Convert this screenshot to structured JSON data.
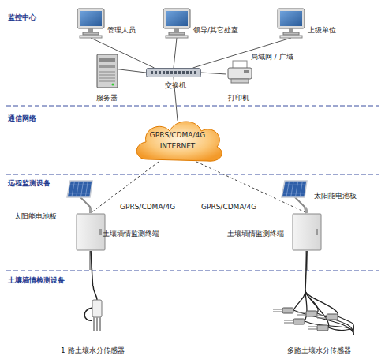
{
  "diagram": {
    "nodes": [
      {
        "text": [
          "管理人员"
        ]
      },
      {
        "text": [
          "领导/其它处室"
        ]
      },
      {
        "text": [
          "上级单位"
        ]
      },
      {
        "text": [
          "服务器"
        ]
      },
      {
        "text": [
          "交换机"
        ]
      },
      {
        "text": [
          "打印机"
        ]
      },
      {
        "text": [
          "GPRS/CDMA/4G INTERNET"
        ]
      },
      {
        "text": [
          "太阳能电池板"
        ]
      },
      {
        "text": [
          "土壤墒情监测终端"
        ]
      },
      {
        "text": [
          "太阳能电池板"
        ]
      },
      {
        "text": [
          "土壤墒情监测终端"
        ]
      },
      {
        "text": [
          "1 路土壤水分传感器"
        ]
      },
      {
        "text": [
          "多路土壤水分传感器"
        ]
      }
    ],
    "edges": [
      {
        "from": 0,
        "to": 4,
        "arrow": "none"
      },
      {
        "from": 1,
        "to": 4,
        "arrow": "none"
      },
      {
        "from": 2,
        "to": 4,
        "arrow": "none"
      },
      {
        "from": 3,
        "to": 4,
        "arrow": "none"
      },
      {
        "from": 5,
        "to": 4,
        "arrow": "none"
      },
      {
        "from": 4,
        "to": 6,
        "arrow": "none"
      },
      {
        "from": 6,
        "to": 8,
        "label": "GPRS/CDMA/4G",
        "arrow": "none"
      },
      {
        "from": 6,
        "to": 10,
        "label": "GPRS/CDMA/4G",
        "arrow": "none"
      },
      {
        "from": 7,
        "to": 8,
        "arrow": "none"
      },
      {
        "from": 9,
        "to": 10,
        "arrow": "none"
      },
      {
        "from": 8,
        "to": 11,
        "arrow": "none"
      },
      {
        "from": 10,
        "to": 12,
        "arrow": "none"
      }
    ],
    "labels": [
      "监控中心",
      "局域网 / 广域",
      "通信网络",
      "远程监测设备",
      "土壤墒情检测设备"
    ]
  }
}
